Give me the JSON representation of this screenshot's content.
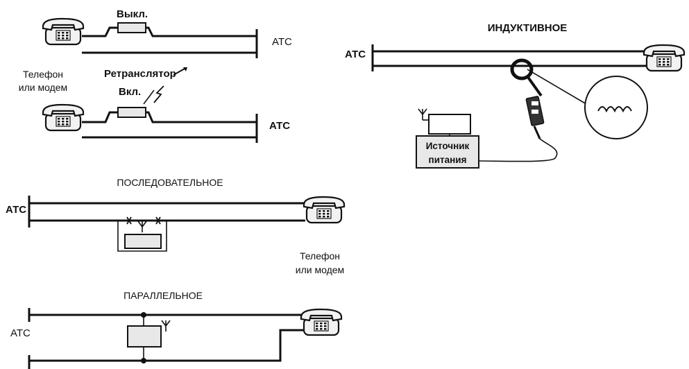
{
  "labels": {
    "off": "Выкл.",
    "on": "Вкл.",
    "repeater": "Ретранслятор",
    "phone_or_modem_line1": "Телефон",
    "phone_or_modem_line2": "или модем",
    "ats": "АТС",
    "serial": "ПОСЛЕДОВАТЕЛЬНОЕ",
    "parallel": "ПАРАЛЛЕЛЬНОЕ",
    "inductive": "ИНДУКТИВНОЕ",
    "power_line1": "Источник",
    "power_line2": "питания"
  },
  "icons": [
    "telephone-icon",
    "antenna-icon",
    "signal-arrow-icon",
    "inductive-clamp-icon",
    "waveform-icon"
  ]
}
